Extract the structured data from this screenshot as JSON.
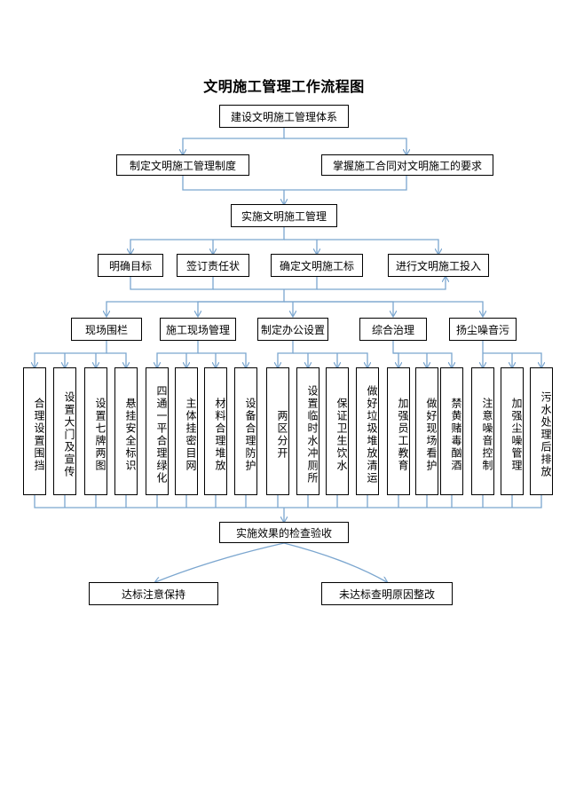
{
  "title": "文明施工管理工作流程图",
  "colors": {
    "connector": "#7ba6cf",
    "border": "#000000"
  },
  "root": "建设文明施工管理体系",
  "level1": [
    "制定文明施工管理制度",
    "掌握施工合同对文明施工的要求"
  ],
  "implement": "实施文明施工管理",
  "level2": [
    "明确目标",
    "签订责任状",
    "确定文明施工标",
    "进行文明施工投入"
  ],
  "groups": [
    {
      "label": "现场围栏",
      "items": [
        "合理设置围挡",
        "设置大门及宣传",
        "设置七牌两图",
        "悬挂安全标识"
      ]
    },
    {
      "label": "施工现场管理",
      "items": [
        "四通一平合理绿化",
        "主体挂密目网",
        "材料合理堆放",
        "设备合理防护"
      ]
    },
    {
      "label": "制定办公设置",
      "items": [
        "两区分开",
        "设置临时水冲厕所",
        "保证卫生饮水",
        "做好垃圾堆放清运"
      ]
    },
    {
      "label": "综合治理",
      "items": [
        "加强员工教育",
        "做好现场看护",
        "禁黄赌毒酗酒"
      ]
    },
    {
      "label": "扬尘噪音污",
      "items": [
        "注意噪音控制",
        "加强尘噪管理",
        "污水处理后排放"
      ]
    }
  ],
  "check": "实施效果的检查验收",
  "outcomes": [
    "达标注意保持",
    "未达标查明原因整改"
  ]
}
